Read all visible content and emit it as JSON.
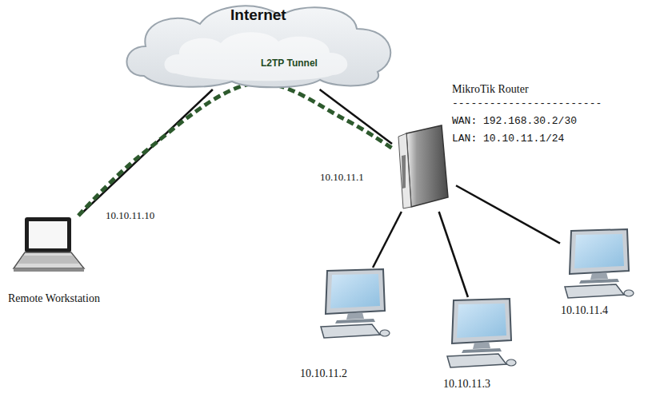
{
  "diagram": {
    "nodes": [
      {
        "text": [
          "Internet"
        ]
      },
      {
        "text": [
          "Remote Workstation"
        ]
      },
      {
        "text": [
          "MikroTik Router",
          "------------------------",
          "WAN: 192.168.30.2/30",
          "LAN: 10.10.11.1/24"
        ]
      },
      {
        "text": [
          "10.10.11.2"
        ]
      },
      {
        "text": [
          "10.10.11.3"
        ]
      },
      {
        "text": [
          "10.10.11.4"
        ]
      }
    ],
    "edges": [
      {
        "from": 1,
        "to": 0,
        "arrow": "none"
      },
      {
        "from": 0,
        "to": 2,
        "arrow": "none"
      },
      {
        "from": 1,
        "to": 2,
        "label": "L2TP Tunnel",
        "arrow": "none"
      },
      {
        "from": 2,
        "to": 3,
        "arrow": "none"
      },
      {
        "from": 2,
        "to": 4,
        "arrow": "none"
      },
      {
        "from": 2,
        "to": 5,
        "arrow": "none"
      }
    ],
    "labels": [
      "10.10.11.10",
      "10.10.11.1"
    ]
  }
}
